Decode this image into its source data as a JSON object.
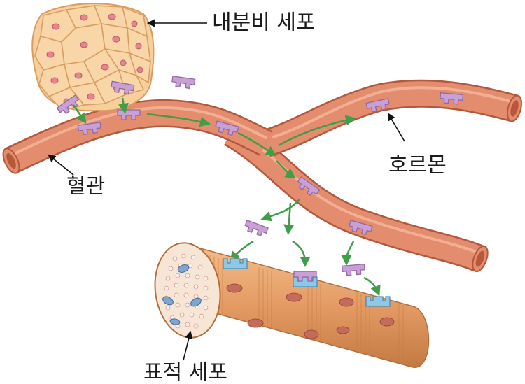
{
  "labels": {
    "endocrine_cell": "내분비 세포",
    "blood_vessel": "혈관",
    "hormone": "호르몬",
    "target_cell": "표적 세포"
  },
  "colors": {
    "vessel_fill": "#e48d6e",
    "vessel_edge": "#b3583d",
    "vessel_highlight": "#f4b89d",
    "hormone": "#c9a0d6",
    "hormone_edge": "#8f6aa5",
    "receptor": "#8ec8e6",
    "receptor_edge": "#4e8db3",
    "arrow": "#3f9e47",
    "cell_fill": "#f6cf9c",
    "cell_edge": "#d99d62",
    "nucleus": "#e8848f",
    "muscle": "#e6a06a",
    "muscle_dark": "#c97a45"
  }
}
